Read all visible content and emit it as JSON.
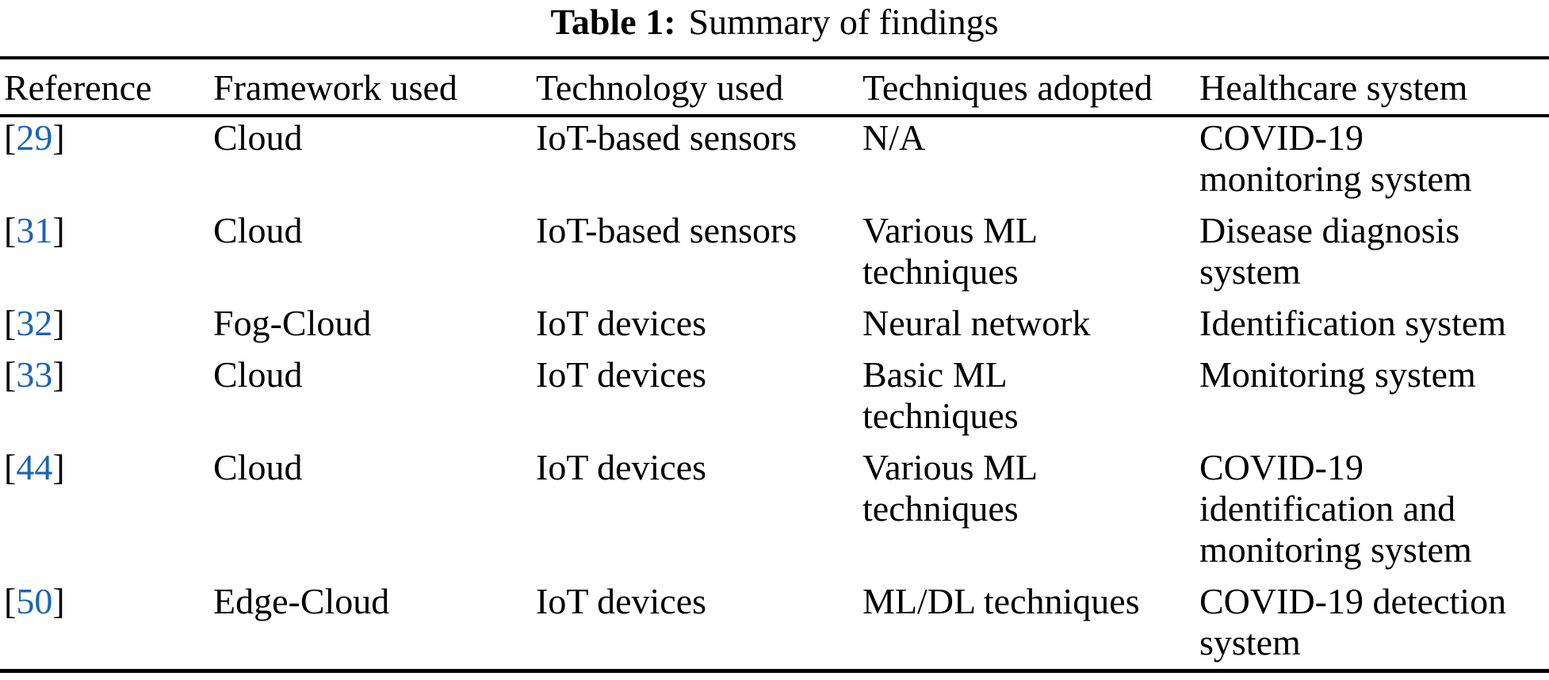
{
  "title": {
    "label": "Table 1:",
    "text": "Summary of findings"
  },
  "colors": {
    "citation_blue": "#1b64b5",
    "text": "#000000",
    "rule": "#000000",
    "background": "#ffffff"
  },
  "table": {
    "bracket_open": "[",
    "bracket_close": "]",
    "columns": [
      "Reference",
      "Framework used",
      "Technology used",
      "Techniques adopted",
      "Healthcare system"
    ],
    "rows": [
      {
        "ref": "29",
        "framework": "Cloud",
        "technology": "IoT-based sensors",
        "techniques": "N/A",
        "system": "COVID-19\nmonitoring system"
      },
      {
        "ref": "31",
        "framework": "Cloud",
        "technology": "IoT-based sensors",
        "techniques": "Various ML\ntechniques",
        "system": "Disease diagnosis\nsystem"
      },
      {
        "ref": "32",
        "framework": "Fog-Cloud",
        "technology": "IoT devices",
        "techniques": "Neural network",
        "system": "Identification system"
      },
      {
        "ref": "33",
        "framework": "Cloud",
        "technology": "IoT devices",
        "techniques": "Basic ML\ntechniques",
        "system": "Monitoring system"
      },
      {
        "ref": "44",
        "framework": "Cloud",
        "technology": "IoT devices",
        "techniques": "Various ML\ntechniques",
        "system": "COVID-19\nidentification and\nmonitoring system"
      },
      {
        "ref": "50",
        "framework": "Edge-Cloud",
        "technology": "IoT devices",
        "techniques": "ML/DL techniques",
        "system": "COVID-19 detection\nsystem"
      }
    ]
  }
}
